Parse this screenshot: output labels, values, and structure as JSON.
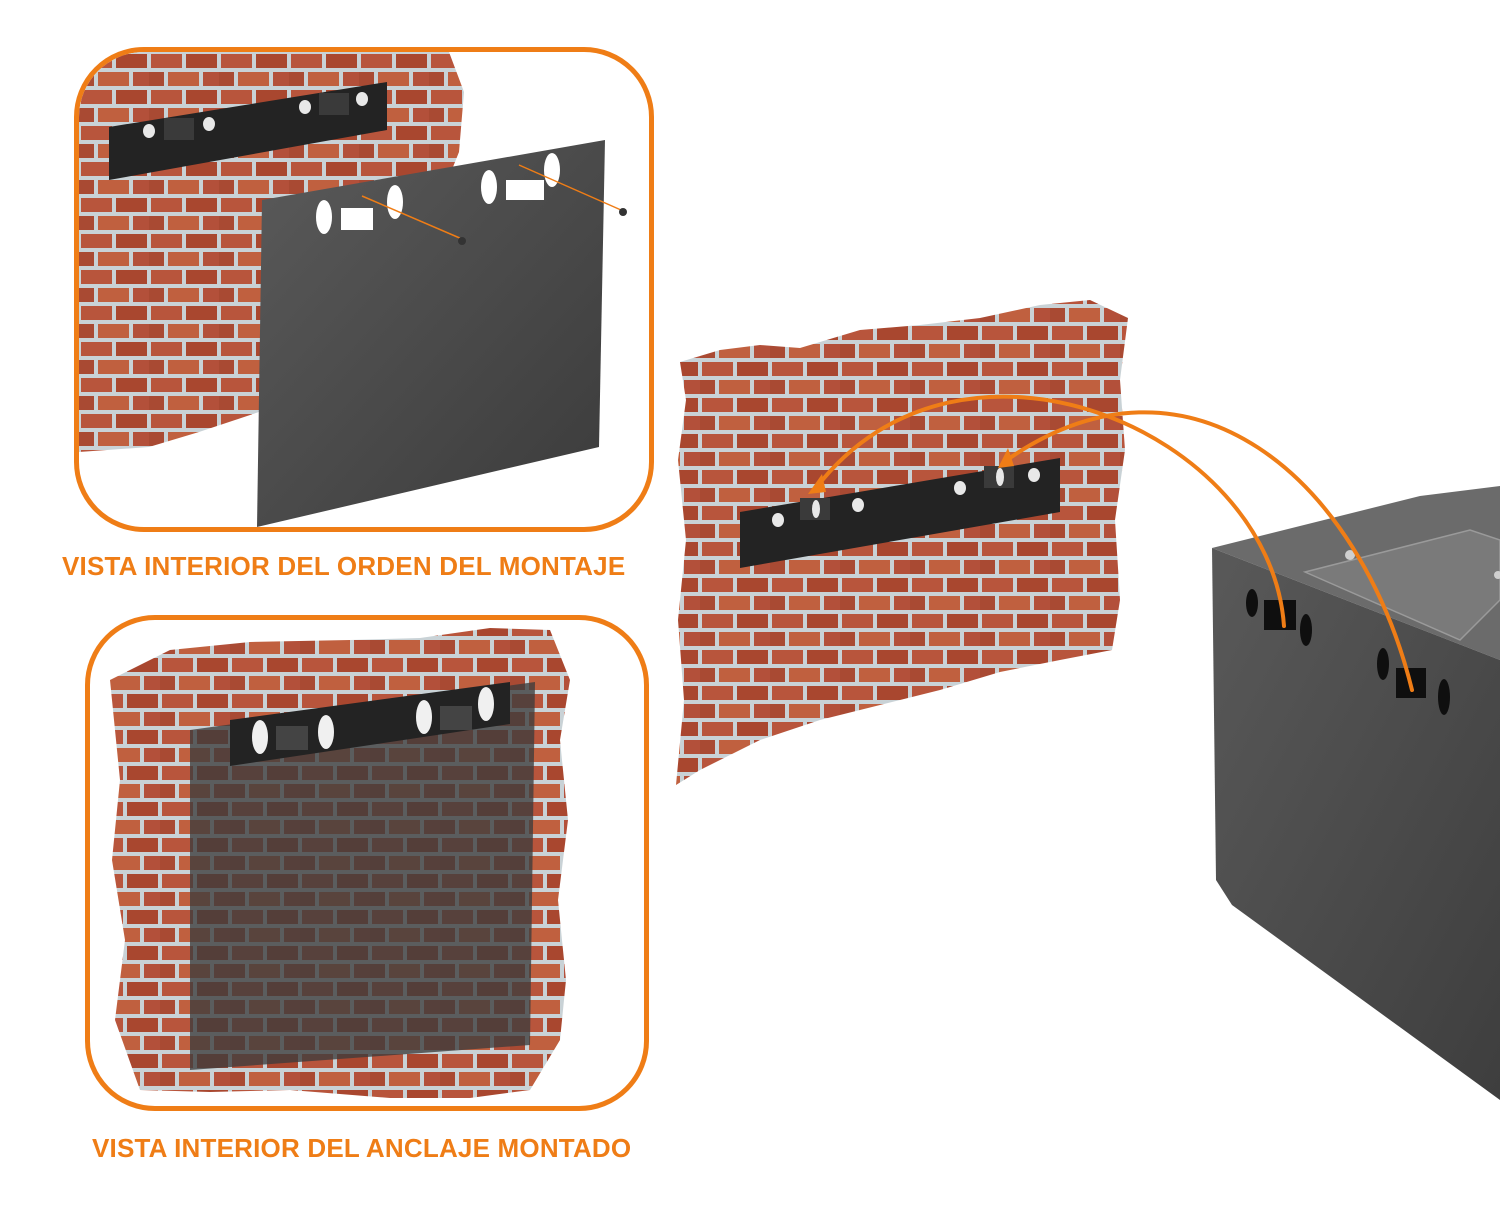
{
  "captions": {
    "assembly_order": "VISTA INTERIOR DEL ORDEN DEL MONTAJE",
    "anchor_mounted": "VISTA INTERIOR DEL ANCLAJE MONTADO"
  },
  "colors": {
    "accent": "#ef7d16",
    "brick": "#b8553c",
    "mortar": "#c9d2d6",
    "steel": "#4a4a4a",
    "bracket": "#232323"
  },
  "icons": [
    "brick-wall",
    "mounting-bracket",
    "metal-back-plate",
    "screw",
    "cabinet",
    "connection-arrow"
  ]
}
